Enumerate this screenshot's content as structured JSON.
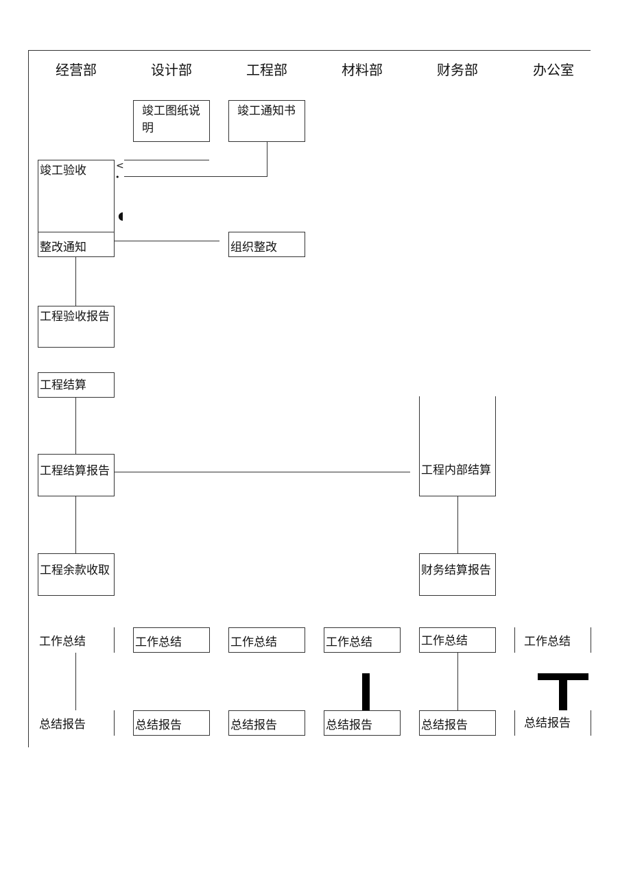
{
  "departments": [
    "经营部",
    "设计部",
    "工程部",
    "材料部",
    "财务部",
    "办公室"
  ],
  "nodes": {
    "completion_drawing_notes": "竣工图纸说明",
    "completion_notice": "竣工通知书",
    "completion_acceptance": "竣工验收",
    "rectification_notice": "整改通知",
    "organize_rectification": "组织整改",
    "acceptance_report": "工程验收报告",
    "project_settlement": "工程结算",
    "settlement_report": "工程结算报告",
    "internal_settlement": "工程内部结算",
    "balance_collection": "工程余款收取",
    "finance_settlement_report": "财务结算报告"
  },
  "summary_row": {
    "work_summary": [
      "工作总结",
      "工作总结",
      "工作总结",
      "工作总结",
      "工作总结",
      "工作总结"
    ],
    "summary_report": [
      "总结报告",
      "总结报告",
      "总结报告",
      "总结报告",
      "总结报告",
      "总结报告"
    ]
  },
  "marks": {
    "lt": "<",
    "dot": "•",
    "half": "◖"
  }
}
